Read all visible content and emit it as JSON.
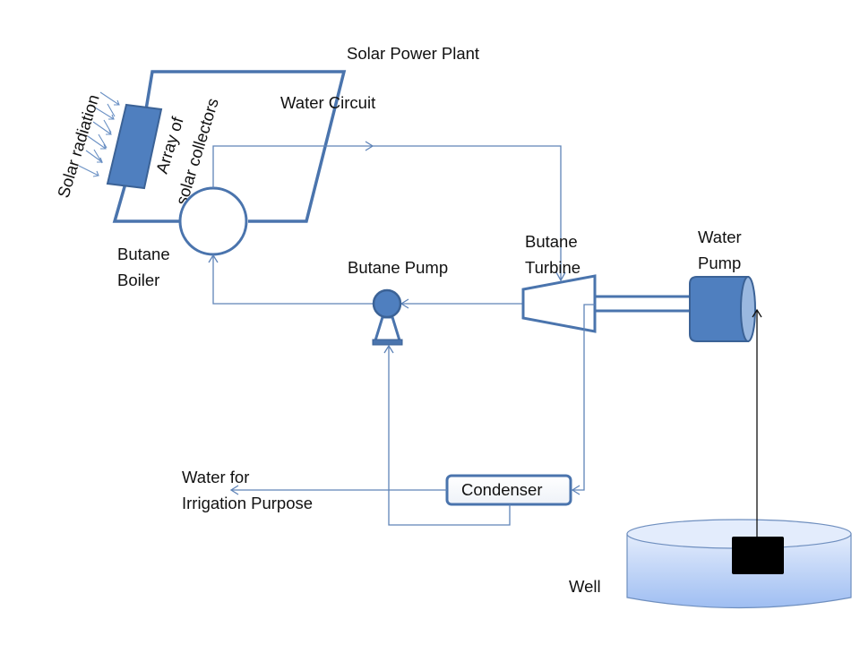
{
  "diagram": {
    "title": "Solar Power Plant",
    "labels": {
      "water_circuit": "Water Circuit",
      "solar_radiation": "Solar radiation",
      "array_line1": "Array of",
      "array_line2": "solar collectors",
      "boiler_line1": "Butane",
      "boiler_line2": "Boiler",
      "butane_pump": "Butane Pump",
      "turbine_line1": "Butane",
      "turbine_line2": "Turbine",
      "water_pump_line1": "Water",
      "water_pump_line2": "Pump",
      "condenser": "Condenser",
      "irrigation_line1": "Water for",
      "irrigation_line2": "Irrigation Purpose",
      "well": "Well"
    },
    "components": [
      {
        "id": "solar-collector-array",
        "icon": "solar-panel-icon"
      },
      {
        "id": "butane-boiler",
        "icon": "boiler-circle-icon"
      },
      {
        "id": "butane-pump",
        "icon": "pump-icon"
      },
      {
        "id": "butane-turbine",
        "icon": "turbine-trapezoid-icon"
      },
      {
        "id": "water-pump",
        "icon": "cylinder-pump-icon"
      },
      {
        "id": "condenser",
        "icon": "condenser-box-icon"
      },
      {
        "id": "well",
        "icon": "well-cylinder-icon"
      }
    ],
    "flows": [
      {
        "from": "Butane Boiler",
        "to": "Butane Turbine"
      },
      {
        "from": "Butane Turbine",
        "to": "Butane Pump"
      },
      {
        "from": "Butane Pump",
        "to": "Butane Boiler"
      },
      {
        "from": "Butane Turbine",
        "to": "Condenser"
      },
      {
        "from": "Condenser",
        "to": "Butane Pump"
      },
      {
        "from": "Condenser",
        "to": "Water for Irrigation Purpose"
      },
      {
        "from": "Well",
        "to": "Water Pump"
      }
    ],
    "colors": {
      "component_fill": "#4f7fbf",
      "component_stroke": "#3b6296",
      "line": "#5f84b8",
      "well_fill_top": "#dde8fb",
      "well_fill_bottom": "#9dbdf2",
      "submersible": "#000000"
    }
  }
}
